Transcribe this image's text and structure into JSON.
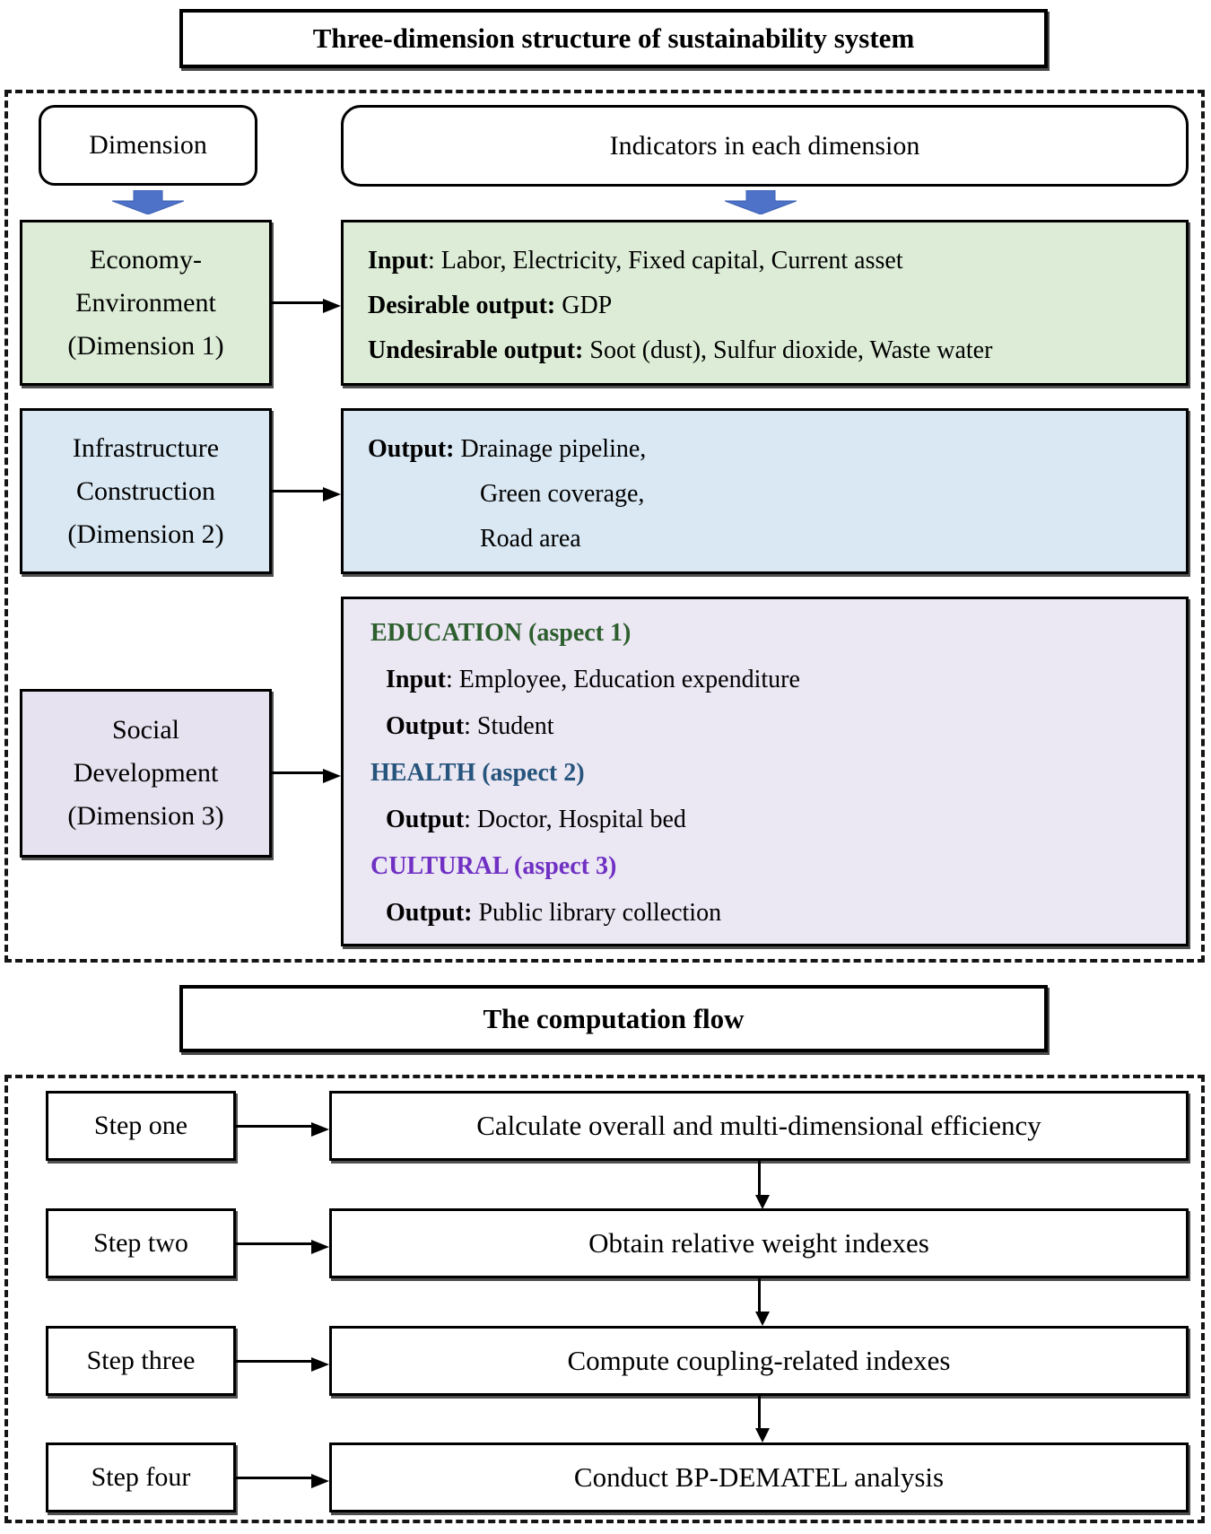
{
  "colors": {
    "row1_fill": "#dcecd6",
    "row2_fill": "#d9e8f3",
    "row3_dim_fill": "#e7e2ef",
    "row3_ind_fill": "#ebe7f3",
    "flow_arrow_blue": "#4d72c8",
    "education_green": "#2d5e2e",
    "health_blue": "#26547c",
    "cultural_purple": "#6f30c3"
  },
  "section1": {
    "title": "Three-dimension structure of sustainability system",
    "dimension_header": "Dimension",
    "indicators_header": "Indicators in each dimension",
    "rows": [
      {
        "dimension_lines": [
          "Economy-",
          "Environment",
          "(Dimension 1)"
        ],
        "indicators": [
          {
            "label": "Input",
            "rest": ": Labor, Electricity, Fixed capital, Current asset"
          },
          {
            "label": "Desirable output:",
            "rest": " GDP"
          },
          {
            "label": "Undesirable output:",
            "rest": " Soot (dust), Sulfur dioxide, Waste water"
          }
        ]
      },
      {
        "dimension_lines": [
          "Infrastructure",
          "Construction",
          "(Dimension 2)"
        ],
        "indicators": [
          {
            "label": "Output:",
            "rest": " Drainage pipeline,"
          },
          {
            "label": "",
            "rest": "Green coverage,"
          },
          {
            "label": "",
            "rest": "Road area"
          }
        ]
      },
      {
        "dimension_lines": [
          "Social",
          "Development",
          "(Dimension 3)"
        ],
        "aspects": [
          {
            "heading": "EDUCATION (aspect 1)",
            "items": [
              {
                "label": "Input",
                "rest": ": Employee, Education expenditure"
              },
              {
                "label": "Output",
                "rest": ": Student"
              }
            ]
          },
          {
            "heading": "HEALTH (aspect 2)",
            "items": [
              {
                "label": "Output",
                "rest": ": Doctor, Hospital bed"
              }
            ]
          },
          {
            "heading": "CULTURAL (aspect 3)",
            "items": [
              {
                "label": "Output:",
                "rest": " Public library collection"
              }
            ]
          }
        ]
      }
    ]
  },
  "section2": {
    "title": "The computation flow",
    "steps": [
      {
        "label": "Step one",
        "action": "Calculate overall and multi-dimensional efficiency"
      },
      {
        "label": "Step two",
        "action": "Obtain relative weight indexes"
      },
      {
        "label": "Step three",
        "action": "Compute coupling-related indexes"
      },
      {
        "label": "Step four",
        "action": "Conduct BP-DEMATEL analysis"
      }
    ]
  }
}
